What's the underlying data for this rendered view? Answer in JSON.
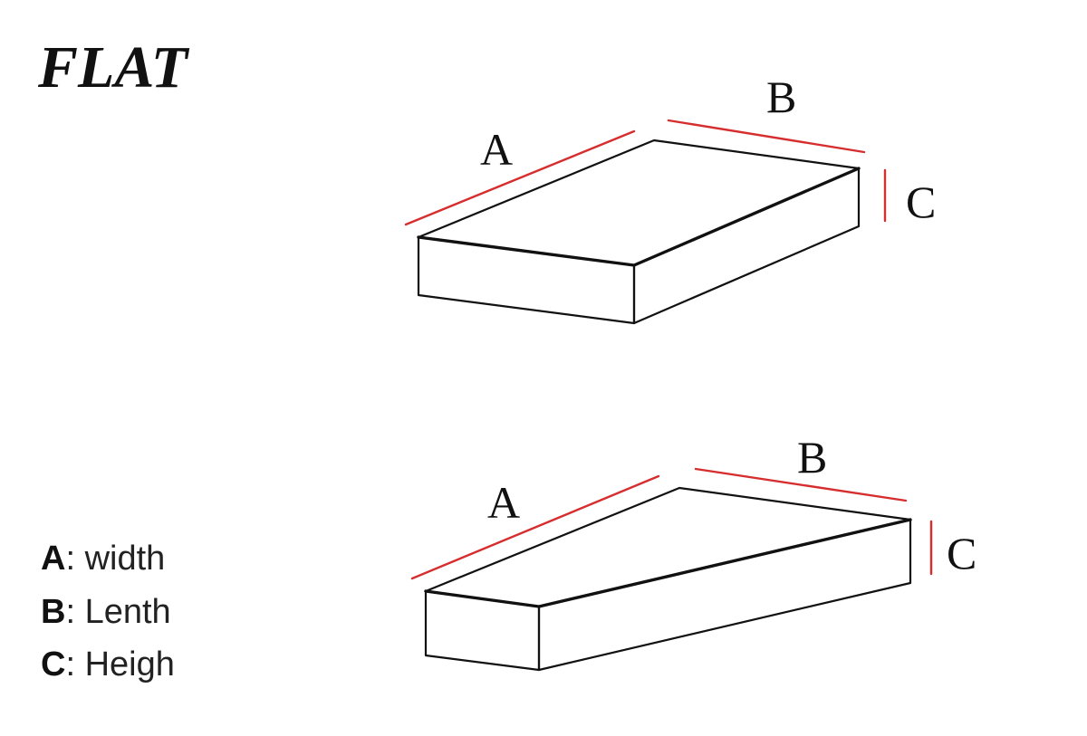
{
  "title": "FLAT",
  "dimension_color": "#d62e2e",
  "figures": [
    {
      "label_a": "A",
      "label_b": "B",
      "label_c": "C"
    },
    {
      "label_a": "A",
      "label_b": "B",
      "label_c": "C"
    }
  ],
  "legend": [
    {
      "key": "A",
      "text": ": width"
    },
    {
      "key": "B",
      "text": ": Lenth"
    },
    {
      "key": "C",
      "text": ": Heigh"
    }
  ]
}
